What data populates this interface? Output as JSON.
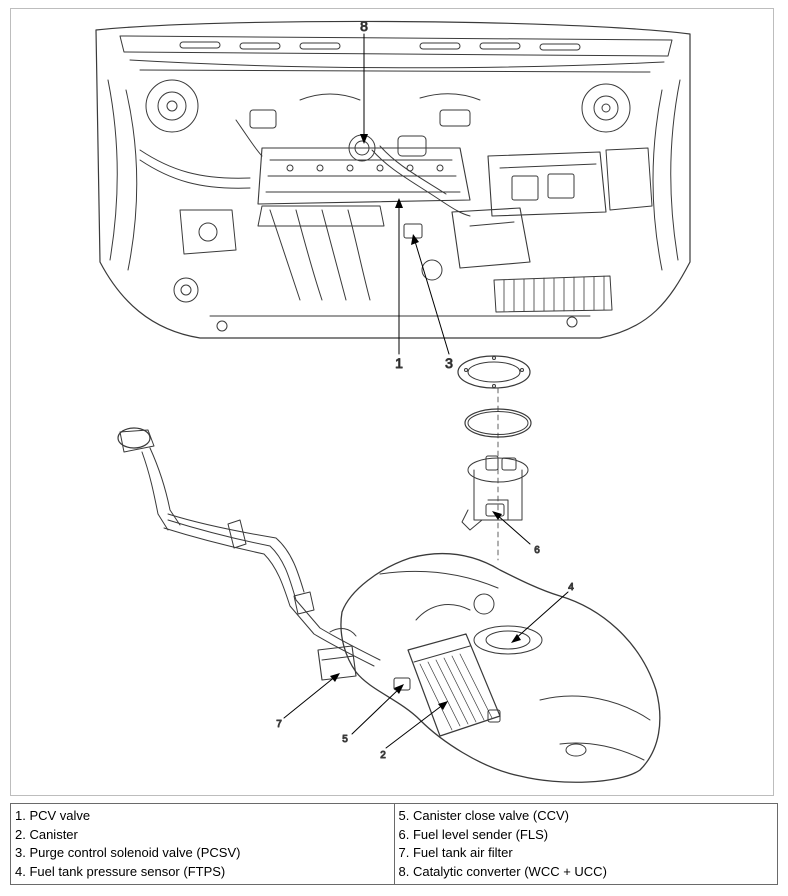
{
  "callouts": {
    "c1": "1",
    "c2": "2",
    "c3": "3",
    "c4": "4",
    "c5": "5",
    "c6": "6",
    "c7": "7",
    "c8": "8"
  },
  "legend": {
    "left": [
      "1. PCV valve",
      "2. Canister",
      "3. Purge control solenoid valve (PCSV)",
      "4. Fuel tank pressure sensor (FTPS)"
    ],
    "right": [
      "5. Canister close valve (CCV)",
      "6. Fuel level sender (FLS)",
      "7. Fuel tank air filter",
      "8. Catalytic converter (WCC + UCC)"
    ]
  }
}
